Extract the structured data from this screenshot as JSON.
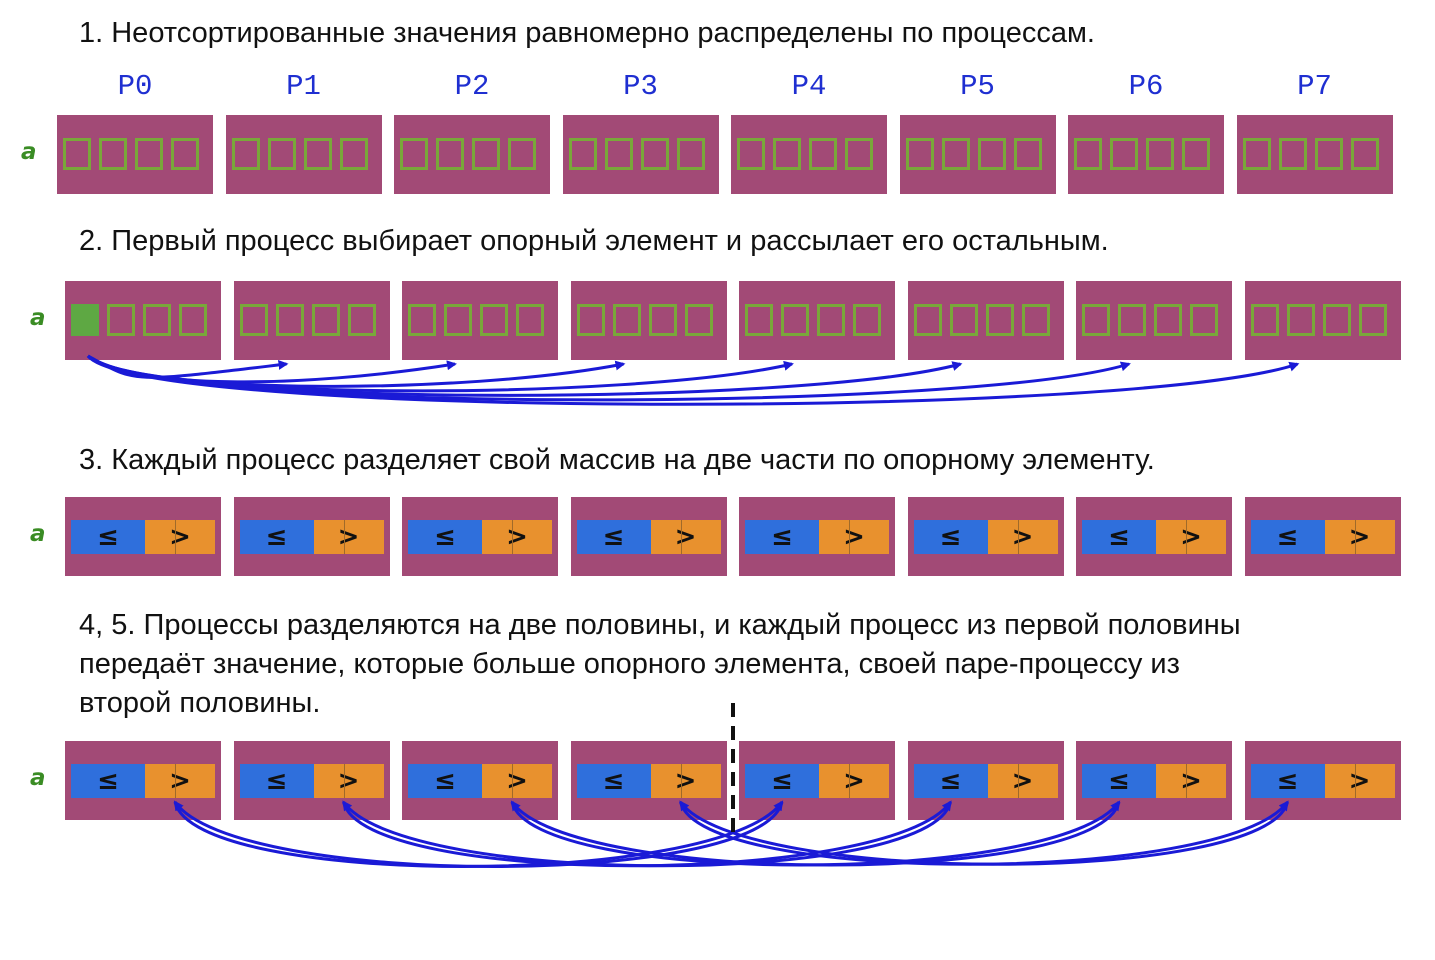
{
  "steps": [
    {
      "caption": "1. Неотсортированные значения равномерно распределены по процессам."
    },
    {
      "caption": "2. Первый процесс выбирает опорный элемент и рассылает его остальным."
    },
    {
      "caption": "3. Каждый процесс разделяет свой массив на две части по опорному элементу."
    },
    {
      "caption": "4, 5. Процессы разделяются на две половины, и каждый процесс из первой половины\nпередаёт значение, которые больше опорного элемента, своей паре-процессу из\nвторой половины."
    }
  ],
  "processes": [
    "P0",
    "P1",
    "P2",
    "P3",
    "P4",
    "P5",
    "P6",
    "P7"
  ],
  "array_label": "a",
  "partition_symbols": {
    "le": "≤",
    "gt": ">"
  },
  "colors": {
    "block": "#a24a76",
    "cell_border": "#79a83a",
    "pivot": "#5ea843",
    "le_part": "#2f6fdc",
    "gt_part": "#e8912e",
    "arrow": "#1a1ad6",
    "process_label": "#1f2fd1"
  },
  "cells_per_process": 4,
  "pivot_source_process": 0,
  "exchange_pairs": [
    [
      0,
      4
    ],
    [
      1,
      5
    ],
    [
      2,
      6
    ],
    [
      3,
      7
    ]
  ]
}
